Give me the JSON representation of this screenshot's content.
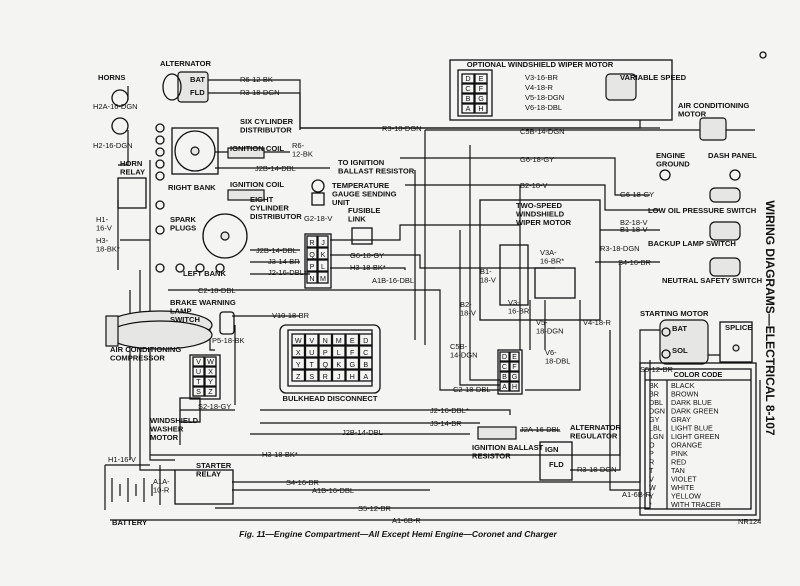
{
  "side_title": "WIRING DIAGRAMS—ELECTRICAL   8-107",
  "caption": "Fig. 11—Engine Compartment—All Except Hemi Engine—Coronet and Charger",
  "ref_code": "NR124",
  "components": {
    "alternator": "ALTERNATOR",
    "alt_bat": "BAT",
    "alt_fld": "FLD",
    "horns": "HORNS",
    "horn_relay": "HORN\nRELAY",
    "six_cyl": "SIX CYLINDER\nDISTRIBUTOR",
    "ign_coil1": "IGNITION COIL",
    "ign_coil2": "IGNITION COIL",
    "right_bank": "RIGHT BANK",
    "eight_cyl": "EIGHT\nCYLINDER\nDISTRIBUTOR",
    "spark_plugs": "SPARK\nPLUGS",
    "left_bank": "LEFT BANK",
    "to_ign_ballast": "TO IGNITION\nBALLAST RESISTOR",
    "temp_gauge": "TEMPERATURE\nGAUGE SENDING\nUNIT",
    "fusible_link": "FUSIBLE\nLINK",
    "opt_wiper": "OPTIONAL WINDSHIELD WIPER MOTOR",
    "variable_speed": "VARIABLE SPEED",
    "ac_motor": "AIR CONDITIONING\nMOTOR",
    "engine_ground": "ENGINE\nGROUND",
    "dash_panel": "DASH PANEL",
    "two_speed": "TWO-SPEED\nWINDSHIELD\nWIPER MOTOR",
    "low_oil": "LOW OIL PRESSURE SWITCH",
    "backup_lamp": "BACKUP LAMP SWITCH",
    "neutral_safety": "NEUTRAL SAFETY SWITCH",
    "brake_warning": "BRAKE WARNING\nLAMP\nSWITCH",
    "ac_compressor": "AIR CONDITIONING\nCOMPRESSOR",
    "bulkhead": "BULKHEAD DISCONNECT",
    "washer_motor": "WINDSHIELD\nWASHER\nMOTOR",
    "starter_relay": "STARTER\nRELAY",
    "battery": "BATTERY",
    "starting_motor": "STARTING MOTOR",
    "sm_bat": "BAT",
    "sm_sol": "SOL",
    "splice": "SPLICE",
    "ign_ballast": "IGNITION BALLAST\nRESISTOR",
    "alt_regulator": "ALTERNATOR\nREGULATOR",
    "ign": "IGN",
    "fld": "FLD"
  },
  "wire_labels": {
    "r6_12_bk": "R6-12-BK",
    "r3_18_dgn_a": "R3-18-DGN",
    "r3_18_dgn_b": "R3-18-DGN",
    "r3_18_dgn_c": "R3-18-DGN",
    "r3_18_dgn_d": "R3-18-DGN",
    "h2a": "H2A-16-DGN",
    "h2": "H2-16-DGN",
    "h1": "H1-\n16-V",
    "h3": "H3-\n18-BK*",
    "r6_12_bk_v": "R6-\n12-BK",
    "j2b_a": "J2B-14-DBL",
    "j2b_b": "J2B-14-DBL",
    "j2b_c": "J2B-14-DBL",
    "v3_16_br": "V3-16-BR",
    "v4_18_r": "V4-18-R",
    "v5_18_dgn": "V5-18-DGN",
    "v6_18_dbl": "V6-18-DBL",
    "c5b_14_dgn": "C5B-14-DGN",
    "g6_18_gy_a": "G6-18-GY",
    "g6_18_gy_b": "G6-18-GY",
    "g6_18_gy_c": "G6-18-GY",
    "g2_18_v": "G2-18-V",
    "b2_18_v_a": "B2-18-V",
    "b2_18_v_b": "B2-18-V",
    "b1_18_v": "B1-18-V",
    "j3_14_br_a": "J3-14-BR",
    "j3_14_br_b": "J3-14-BR",
    "j2_16_dbl_a": "J2-16-DBL*",
    "j2_16_dbl_b": "J2-16-DBL*",
    "h3_18_bk": "H3-18-BK*",
    "h3_18_bk_b": "H3-18-BK*",
    "a1b_16_dbl": "A1B-16-DBL",
    "a1b_16_dbl_b": "A1B-16-DBL",
    "c2_18_dbl_a": "C2-18-DBL",
    "c2_18_dbl_b": "C2-18-DBL",
    "v10_18_br": "V10-18-BR",
    "p5_18_bk": "P5-18-BK",
    "s2_18_gy": "S2-18-GY",
    "s4_16_br_a": "S4-16-BR",
    "s4_16_br_b": "S4-16-BR",
    "s5_12_br_a": "S5-12-BR",
    "s5_12_br_b": "S5-12-BR",
    "a1_6b_r_a": "A1-6B-R",
    "a1_6b_r_b": "A1-6B-R",
    "a1a": "A1A-\n10-R",
    "h1_16_v": "H1-16-V",
    "v3a": "V3A-\n16-BR*",
    "b1_v": "B1-\n18-V",
    "b2_v": "B2-\n18-V",
    "v3_v": "V3-\n16-BR",
    "v5_v": "V5-\n18-DGN",
    "v6_v": "V6-\n18-DBL",
    "v4_v": "V4-18-R",
    "c5b_v": "C5B-\n14-DGN",
    "j2a": "J2A-16-DBL"
  },
  "connectors": {
    "wiper_pins": [
      "D",
      "E",
      "C",
      "F",
      "B",
      "G",
      "A",
      "H"
    ],
    "c_rjql": [
      "R",
      "J",
      "Q",
      "K",
      "P",
      "L",
      "N",
      "M"
    ],
    "c_wiper2": [
      "D",
      "E",
      "C",
      "F",
      "B",
      "G",
      "A",
      "H"
    ],
    "c_brake": [
      "V",
      "W",
      "U",
      "X",
      "T",
      "Y",
      "S",
      "Z"
    ],
    "bulkhead": [
      "W",
      "V",
      "N",
      "M",
      "E",
      "D",
      "X",
      "U",
      "P",
      "L",
      "F",
      "C",
      "Y",
      "T",
      "Q",
      "K",
      "G",
      "B",
      "Z",
      "S",
      "R",
      "J",
      "H",
      "A"
    ]
  },
  "color_code": {
    "title": "COLOR CODE",
    "rows": [
      [
        "BK",
        "BLACK"
      ],
      [
        "BR",
        "BROWN"
      ],
      [
        "DBL",
        "DARK BLUE"
      ],
      [
        "DGN",
        "DARK GREEN"
      ],
      [
        "GY",
        "GRAY"
      ],
      [
        "LBL",
        "LIGHT BLUE"
      ],
      [
        "LGN",
        "LIGHT GREEN"
      ],
      [
        "O",
        "ORANGE"
      ],
      [
        "P",
        "PINK"
      ],
      [
        "R",
        "RED"
      ],
      [
        "T",
        "TAN"
      ],
      [
        "V",
        "VIOLET"
      ],
      [
        "W",
        "WHITE"
      ],
      [
        "Y",
        "YELLOW"
      ],
      [
        "*",
        "WITH TRACER"
      ]
    ]
  }
}
